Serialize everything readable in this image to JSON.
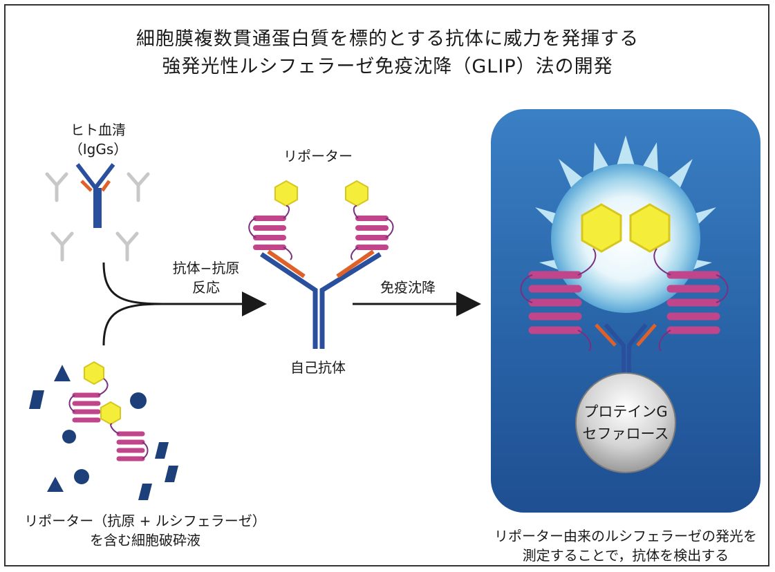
{
  "title": {
    "line1": "細胞膜複数貫通蛋白質を標的とする抗体に威力を発揮する",
    "line2": "強発光性ルシフェラーゼ免疫沈降（GLIP）法の開発"
  },
  "serum": {
    "label": "ヒト血清",
    "sublabel": "（IgGs）"
  },
  "reporter_label": "リポーター",
  "reaction_label": {
    "line1": "抗体−抗原",
    "line2": "反応"
  },
  "ip_label": "免疫沈降",
  "autoantibody_label": "自己抗体",
  "lysate_caption": {
    "line1": "リポーター（抗原 + ルシフェラーゼ）",
    "line2": "を含む細胞破砕液"
  },
  "bead_label": {
    "line1": "プロテインG",
    "line2": "セファロース"
  },
  "result_caption": {
    "line1": "リポーター由来のルシフェラーゼの発光を",
    "line2": "測定することで，抗体を検出する"
  },
  "colors": {
    "antibody_blue": "#2a4f9c",
    "light_chain_orange": "#e0602a",
    "antigen_magenta": "#c0458a",
    "luciferase_yellow": "#f4ee3a",
    "panel_blue": "#2f6fb0",
    "particle_navy": "#1d3f7a",
    "gray_igg": "#c8c8c8"
  }
}
